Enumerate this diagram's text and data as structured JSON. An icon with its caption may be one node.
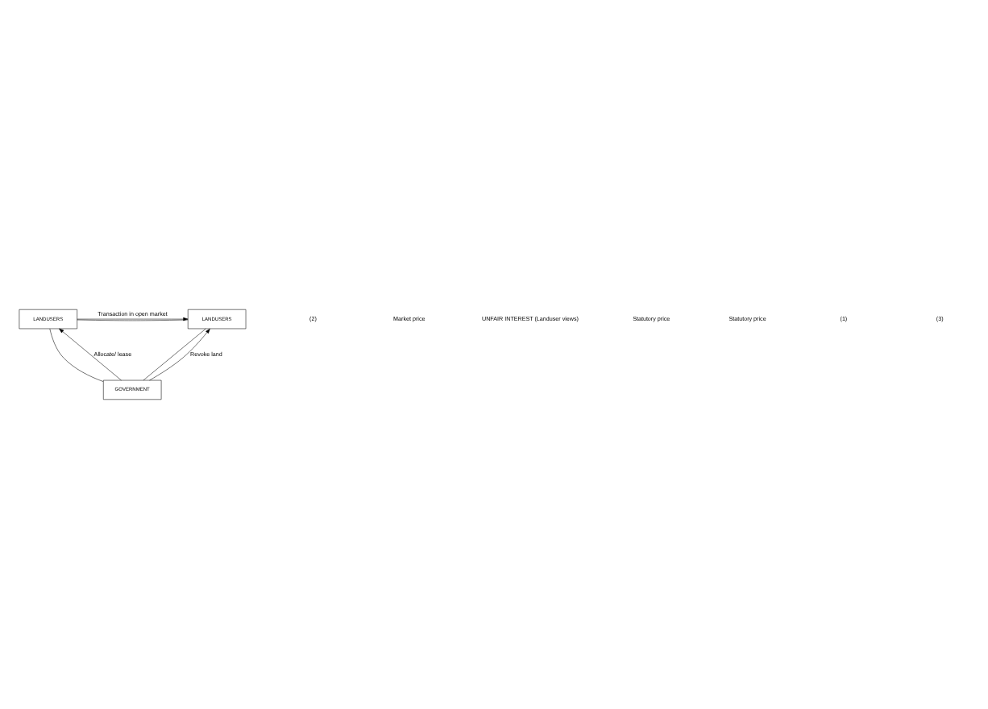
{
  "diagram": {
    "nodes": [
      {
        "text": [
          "LANDUSERS"
        ]
      },
      {
        "text": [
          "LANDUSERS"
        ]
      },
      {
        "text": [
          "GOVERNMENT"
        ]
      }
    ],
    "edges": [
      {
        "from": 0,
        "to": 1,
        "arrow": "to",
        "label": "Transaction in open market"
      },
      {
        "from": 0,
        "to": 1,
        "arrow": "none"
      },
      {
        "from": 0,
        "to": 2,
        "arrow": "none"
      },
      {
        "from": 1,
        "to": 2,
        "arrow": "none"
      },
      {
        "from": 2,
        "to": 0,
        "arrow": "to",
        "label": "Allocate/ lease"
      },
      {
        "from": 2,
        "to": 1,
        "arrow": "to",
        "label": "Revoke land"
      }
    ],
    "labels": [
      "(2)",
      "Market price",
      "UNFAIR INTEREST (Landuser views)",
      "Statutory price",
      "Statutory price",
      "(1)",
      "(3)"
    ]
  }
}
